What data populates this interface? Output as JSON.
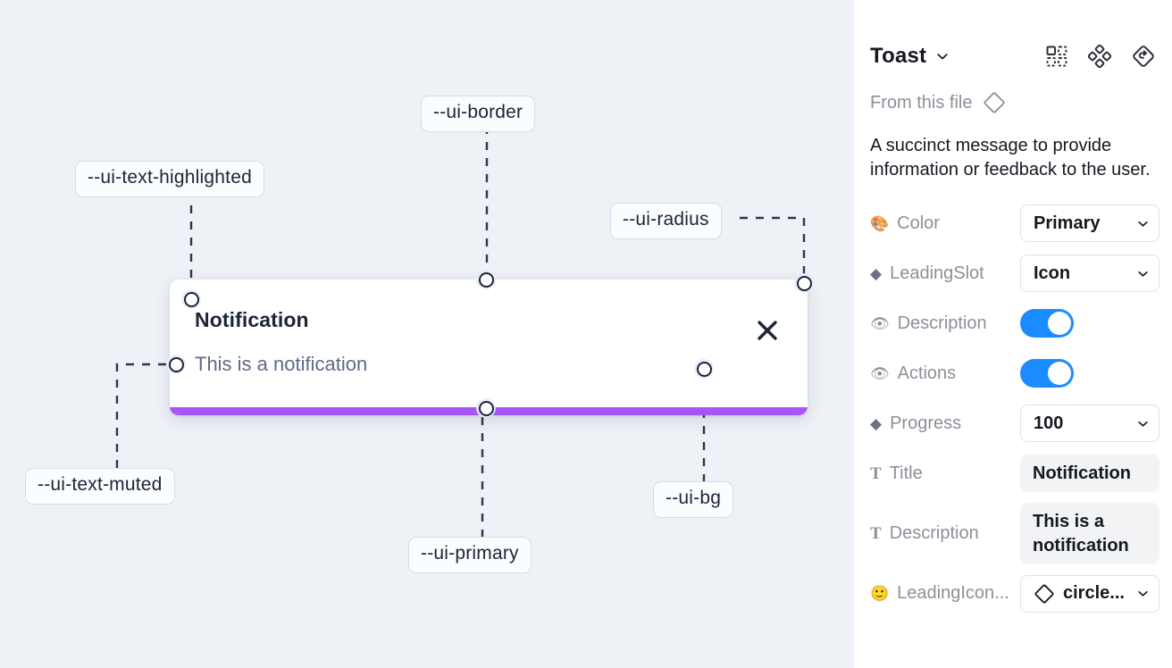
{
  "canvas": {
    "background_color": "#eef1f6",
    "toast": {
      "title": "Notification",
      "description": "This is a notification",
      "close_icon": "close-x-icon",
      "progress_color": "#a855f7",
      "card_color": "#ffffff"
    },
    "tokens": [
      {
        "name": "--ui-text-highlighted"
      },
      {
        "name": "--ui-border"
      },
      {
        "name": "--ui-radius"
      },
      {
        "name": "--ui-text-muted"
      },
      {
        "name": "--ui-primary"
      },
      {
        "name": "--ui-bg"
      }
    ]
  },
  "panel": {
    "title": "Toast",
    "title_caret_icon": "chevron-down-icon",
    "header_icons": [
      {
        "icon": "component-set-icon"
      },
      {
        "icon": "component-diamond-icon"
      },
      {
        "icon": "reset-instance-icon"
      }
    ],
    "from_this_file": {
      "label": "From this file",
      "icon": "component-diamond-outline-icon"
    },
    "description": "A succinct message to provide information or feedback to the user.",
    "properties": [
      {
        "label": "Color",
        "icon": "palette-emoji",
        "glyph": "🎨",
        "control": "select",
        "value": "Primary"
      },
      {
        "label": "LeadingSlot",
        "icon": "diamond-filled-icon",
        "glyph": "◆",
        "control": "select",
        "value": "Icon"
      },
      {
        "label": "Description",
        "icon": "eye-emoji",
        "glyph": "👁",
        "control": "toggle",
        "value": "on"
      },
      {
        "label": "Actions",
        "icon": "eye-emoji",
        "glyph": "👁",
        "control": "toggle",
        "value": "on"
      },
      {
        "label": "Progress",
        "icon": "diamond-filled-icon",
        "glyph": "◆",
        "control": "select",
        "value": "100"
      },
      {
        "label": "Title",
        "icon": "text-t-icon",
        "glyph": "T",
        "control": "text",
        "value": "Notification"
      },
      {
        "label": "Description",
        "icon": "text-t-icon",
        "glyph": "T",
        "control": "text",
        "value": "This is a notification"
      },
      {
        "label": "LeadingIcon...",
        "icon": "smiley-emoji",
        "glyph": "🙂",
        "control": "select-with-icon",
        "value": "circle...",
        "value_icon": "diamond-outline-icon"
      }
    ]
  },
  "colors": {
    "accent_blue": "#1a8cff",
    "primary_purple": "#a855f7",
    "canvas_bg": "#eef1f6",
    "panel_bg": "#ffffff",
    "text_dark": "#14181f",
    "text_muted": "#8b9199"
  }
}
